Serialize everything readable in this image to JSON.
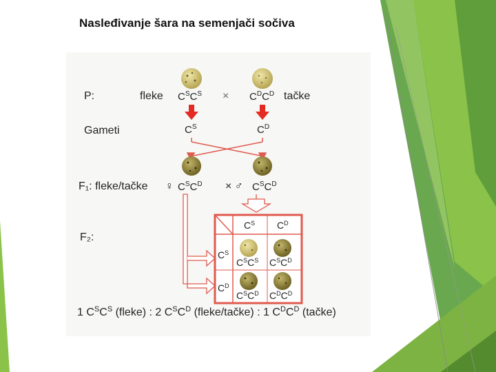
{
  "title": "Nasleđivanje šara na semenjači sočiva",
  "labels": {
    "p": "P:",
    "fleke": "fleke",
    "tacke": "tačke",
    "cross": "×",
    "gameti": "Gameti",
    "f1": "F₁: fleke/tačke",
    "female": "♀",
    "male": "× ♂",
    "f2": "F₂:"
  },
  "genotypes": {
    "parent1": {
      "base": "C",
      "sup": "S"
    },
    "parent2": {
      "base": "C",
      "sup": "D"
    },
    "gamete1": {
      "base": "C",
      "sup": "S"
    },
    "gamete2": {
      "base": "C",
      "sup": "D"
    },
    "f1_female": [
      {
        "base": "C",
        "sup": "S"
      },
      {
        "base": "C",
        "sup": "D"
      }
    ],
    "f1_male": [
      {
        "base": "C",
        "sup": "S"
      },
      {
        "base": "C",
        "sup": "D"
      }
    ]
  },
  "punnett": {
    "col_headers": [
      {
        "base": "C",
        "sup": "S"
      },
      {
        "base": "C",
        "sup": "D"
      }
    ],
    "row_headers": [
      {
        "base": "C",
        "sup": "S"
      },
      {
        "base": "C",
        "sup": "D"
      }
    ],
    "cells": [
      [
        [
          "S",
          "S"
        ],
        [
          "S",
          "D"
        ]
      ],
      [
        [
          "S",
          "D"
        ],
        [
          "D",
          "D"
        ]
      ]
    ]
  },
  "ratio": {
    "parts": [
      {
        "n": "1 ",
        "g": [
          [
            "C",
            "S"
          ],
          [
            "C",
            "S"
          ]
        ],
        "t": " (fleke) : "
      },
      {
        "n": "2 ",
        "g": [
          [
            "C",
            "S"
          ],
          [
            "C",
            "D"
          ]
        ],
        "t": " (fleke/tačke) : "
      },
      {
        "n": "1 ",
        "g": [
          [
            "C",
            "D"
          ],
          [
            "C",
            "D"
          ]
        ],
        "t": " (tačke)"
      }
    ]
  },
  "colors": {
    "arrow_red": "#e32b23",
    "arrow_outline": "#e05a4e",
    "seed_light": "#d9c77a",
    "seed_dark": "#8a7a30",
    "green_deco": "#7cb342"
  }
}
